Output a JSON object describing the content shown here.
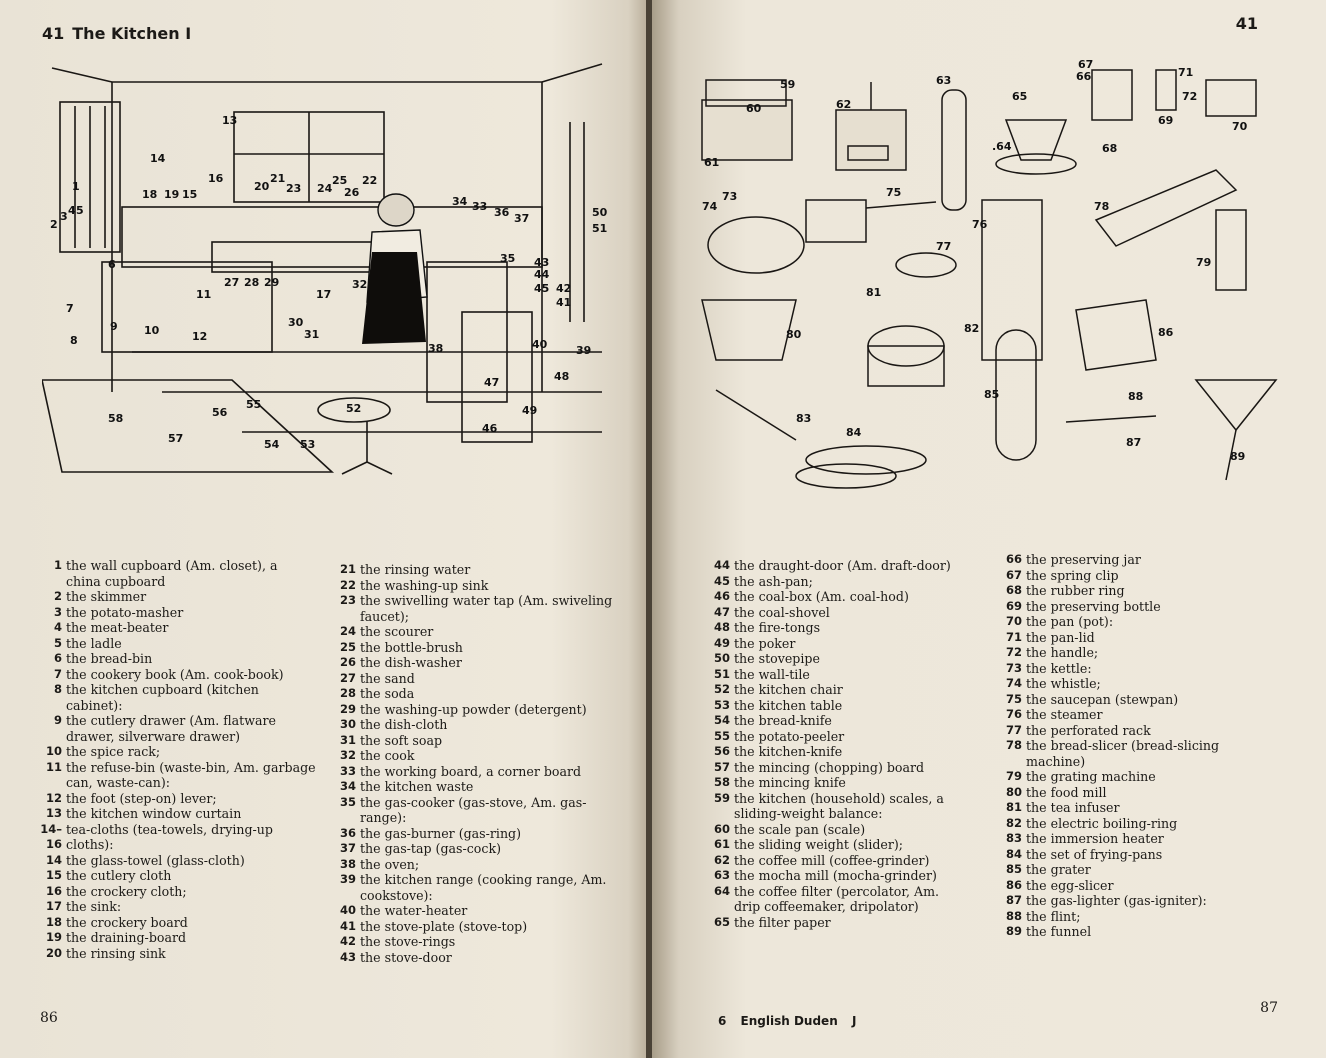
{
  "left_page": {
    "header": {
      "number": "41",
      "title": "The Kitchen I"
    },
    "folio": "86",
    "legend_col1": [
      {
        "n": "1",
        "t": "the wall cupboard (Am. closet), a china cupboard"
      },
      {
        "n": "2",
        "t": "the skimmer"
      },
      {
        "n": "3",
        "t": "the potato-masher"
      },
      {
        "n": "4",
        "t": "the meat-beater"
      },
      {
        "n": "5",
        "t": "the ladle"
      },
      {
        "n": "6",
        "t": "the bread-bin"
      },
      {
        "n": "7",
        "t": "the cookery book (Am. cook-book)"
      },
      {
        "n": "8",
        "t": "the kitchen cupboard (kitchen cabinet):"
      },
      {
        "n": "9",
        "t": "the cutlery drawer (Am. flatware drawer, silverware drawer)"
      },
      {
        "n": "10",
        "t": "the spice rack;"
      },
      {
        "n": "11",
        "t": "the refuse-bin (waste-bin, Am. garbage can, waste-can):"
      },
      {
        "n": "12",
        "t": "the foot (step-on) lever;"
      },
      {
        "n": "13",
        "t": "the kitchen window curtain"
      },
      {
        "n": "14–16",
        "t": "tea-cloths (tea-towels, drying-up cloths):"
      },
      {
        "n": "14",
        "t": "the glass-towel (glass-cloth)"
      },
      {
        "n": "15",
        "t": "the cutlery cloth"
      },
      {
        "n": "16",
        "t": "the crockery cloth;"
      },
      {
        "n": "17",
        "t": "the sink:"
      },
      {
        "n": "18",
        "t": "the crockery board"
      },
      {
        "n": "19",
        "t": "the draining-board"
      },
      {
        "n": "20",
        "t": "the rinsing sink"
      }
    ],
    "legend_col2": [
      {
        "n": "21",
        "t": "the rinsing water"
      },
      {
        "n": "22",
        "t": "the washing-up sink"
      },
      {
        "n": "23",
        "t": "the swivelling water tap (Am. swiveling faucet);"
      },
      {
        "n": "24",
        "t": "the scourer"
      },
      {
        "n": "25",
        "t": "the bottle-brush"
      },
      {
        "n": "26",
        "t": "the dish-washer"
      },
      {
        "n": "27",
        "t": "the sand"
      },
      {
        "n": "28",
        "t": "the soda"
      },
      {
        "n": "29",
        "t": "the washing-up powder (detergent)"
      },
      {
        "n": "30",
        "t": "the dish-cloth"
      },
      {
        "n": "31",
        "t": "the soft soap"
      },
      {
        "n": "32",
        "t": "the cook"
      },
      {
        "n": "33",
        "t": "the working board, a corner board"
      },
      {
        "n": "34",
        "t": "the kitchen waste"
      },
      {
        "n": "35",
        "t": "the gas-cooker (gas-stove, Am. gas-range):"
      },
      {
        "n": "36",
        "t": "the gas-burner (gas-ring)"
      },
      {
        "n": "37",
        "t": "the gas-tap (gas-cock)"
      },
      {
        "n": "38",
        "t": "the oven;"
      },
      {
        "n": "39",
        "t": "the kitchen range (cooking range, Am. cookstove):"
      },
      {
        "n": "40",
        "t": "the water-heater"
      },
      {
        "n": "41",
        "t": "the stove-plate (stove-top)"
      },
      {
        "n": "42",
        "t": "the stove-rings"
      },
      {
        "n": "43",
        "t": "the stove-door"
      }
    ],
    "illustration_labels": [
      "1",
      "2",
      "3",
      "4",
      "5",
      "6",
      "7",
      "8",
      "9",
      "10",
      "11",
      "12",
      "13",
      "14",
      "15",
      "16",
      "17",
      "18",
      "19",
      "20",
      "21",
      "22",
      "23",
      "24",
      "25",
      "26",
      "27",
      "28",
      "29",
      "30",
      "31",
      "32",
      "33",
      "34",
      "35",
      "36",
      "37",
      "38",
      "39",
      "40",
      "41",
      "42",
      "43",
      "44",
      "45",
      "46",
      "47",
      "48",
      "49",
      "50",
      "51",
      "52",
      "53",
      "54",
      "55",
      "56",
      "57",
      "58"
    ]
  },
  "right_page": {
    "header": {
      "number": "41"
    },
    "folio": "87",
    "footer": {
      "signature": "6",
      "title": "English Duden",
      "mark": "J"
    },
    "legend_col3": [
      {
        "n": "44",
        "t": "the draught-door (Am. draft-door)"
      },
      {
        "n": "45",
        "t": "the ash-pan;"
      },
      {
        "n": "46",
        "t": "the coal-box (Am. coal-hod)"
      },
      {
        "n": "47",
        "t": "the coal-shovel"
      },
      {
        "n": "48",
        "t": "the fire-tongs"
      },
      {
        "n": "49",
        "t": "the poker"
      },
      {
        "n": "50",
        "t": "the stovepipe"
      },
      {
        "n": "51",
        "t": "the wall-tile"
      },
      {
        "n": "52",
        "t": "the kitchen chair"
      },
      {
        "n": "53",
        "t": "the kitchen table"
      },
      {
        "n": "54",
        "t": "the bread-knife"
      },
      {
        "n": "55",
        "t": "the potato-peeler"
      },
      {
        "n": "56",
        "t": "the kitchen-knife"
      },
      {
        "n": "57",
        "t": "the mincing (chopping) board"
      },
      {
        "n": "58",
        "t": "the mincing knife"
      },
      {
        "n": "59",
        "t": "the kitchen (household) scales, a sliding-weight balance:"
      },
      {
        "n": "60",
        "t": "the scale pan (scale)"
      },
      {
        "n": "61",
        "t": "the sliding weight (slider);"
      },
      {
        "n": "62",
        "t": "the coffee mill (coffee-grinder)"
      },
      {
        "n": "63",
        "t": "the mocha mill (mocha-grinder)"
      },
      {
        "n": "64",
        "t": "the coffee filter (percolator, Am. drip coffeemaker, dripolator)"
      },
      {
        "n": "65",
        "t": "the filter paper"
      }
    ],
    "legend_col4": [
      {
        "n": "66",
        "t": "the preserving jar"
      },
      {
        "n": "67",
        "t": "the spring clip"
      },
      {
        "n": "68",
        "t": "the rubber ring"
      },
      {
        "n": "69",
        "t": "the preserving bottle"
      },
      {
        "n": "70",
        "t": "the pan (pot):"
      },
      {
        "n": "71",
        "t": "the pan-lid"
      },
      {
        "n": "72",
        "t": "the handle;"
      },
      {
        "n": "73",
        "t": "the kettle:"
      },
      {
        "n": "74",
        "t": "the whistle;"
      },
      {
        "n": "75",
        "t": "the saucepan (stewpan)"
      },
      {
        "n": "76",
        "t": "the steamer"
      },
      {
        "n": "77",
        "t": "the perforated rack"
      },
      {
        "n": "78",
        "t": "the bread-slicer (bread-slicing machine)"
      },
      {
        "n": "79",
        "t": "the grating machine"
      },
      {
        "n": "80",
        "t": "the food mill"
      },
      {
        "n": "81",
        "t": "the tea infuser"
      },
      {
        "n": "82",
        "t": "the electric boiling-ring"
      },
      {
        "n": "83",
        "t": "the immersion heater"
      },
      {
        "n": "84",
        "t": "the set of frying-pans"
      },
      {
        "n": "85",
        "t": "the grater"
      },
      {
        "n": "86",
        "t": "the egg-slicer"
      },
      {
        "n": "87",
        "t": "the gas-lighter (gas-igniter):"
      },
      {
        "n": "88",
        "t": "the flint;"
      },
      {
        "n": "89",
        "t": "the funnel"
      }
    ],
    "illustration_labels": [
      "59",
      "60",
      "61",
      "62",
      "63",
      "64",
      "65",
      "66",
      "67",
      "68",
      "69",
      "70",
      "71",
      "72",
      "73",
      "74",
      "75",
      "76",
      "77",
      "78",
      "79",
      "80",
      "81",
      "82",
      "83",
      "84",
      "85",
      "86",
      "87",
      "88",
      "89"
    ]
  }
}
